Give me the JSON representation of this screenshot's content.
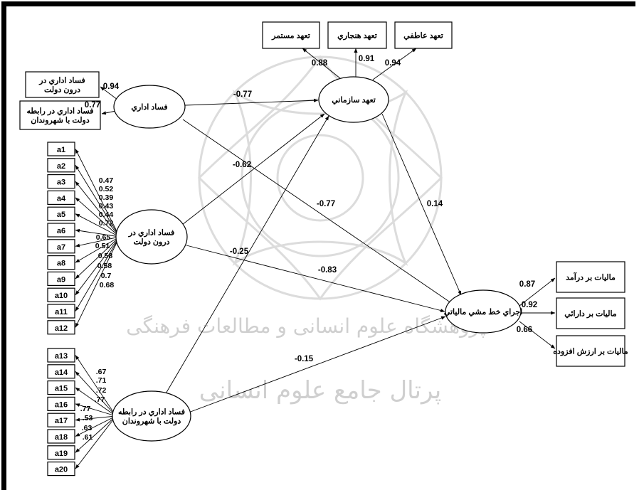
{
  "watermark": {
    "line1": "پژوهشگاه علوم انسانی و مطالعات فرهنگی",
    "line2": "پرتال جامع علوم انسانی"
  },
  "nodes": {
    "c1": "فساد اداري",
    "c2": "فساد اداري در\nدرون دولت",
    "c3": "فساد اداري در رابطه\nدولت با شهروندان",
    "c4": "تعهد سازماني",
    "c5": "اجراي خط مشي مالياتي",
    "i1": "فساد اداري در\nدرون دولت",
    "i2": "فساد اداري در رابطه\nدولت با شهروندان",
    "o1": "تعهد مستمر",
    "o2": "تعهد هنجاري",
    "o3": "تعهد عاطفي",
    "t1": "ماليات بر درآمد",
    "t2": "ماليات بر دارائي",
    "t3": "ماليات بر ارزش افزوده"
  },
  "indicators_a": [
    "a1",
    "a2",
    "a3",
    "a4",
    "a5",
    "a6",
    "a7",
    "a8",
    "a9",
    "a10",
    "a11",
    "a12"
  ],
  "loadings_a": [
    "0.47",
    "0.52",
    "0.39",
    "0.43",
    "0.44",
    "0.72",
    "0.65",
    "0.51",
    "0.58",
    "0.58",
    "0.7",
    "0.68"
  ],
  "indicators_b": [
    "a13",
    "a14",
    "a15",
    "a16",
    "a17",
    "a18",
    "a19",
    "a20"
  ],
  "loadings_b": [
    ".67",
    ".71",
    ".72",
    ".77",
    ".77",
    ".53",
    ".63",
    ".61"
  ],
  "coefficients": {
    "c1_i1": "0.94",
    "c1_i2": "0.77",
    "o1": "0.88",
    "o2": "0.91",
    "o3": "0.94",
    "c1_c4": "-0.77",
    "c2_c4": "-0.62",
    "c1_c5": "-0.77",
    "c4_c5": "0.14",
    "c3_c4": "-0.25",
    "c2_c5": "-0.83",
    "c3_c5": "-0.15",
    "t1": "0.87",
    "t2": "0.92",
    "t3": "0.66"
  }
}
